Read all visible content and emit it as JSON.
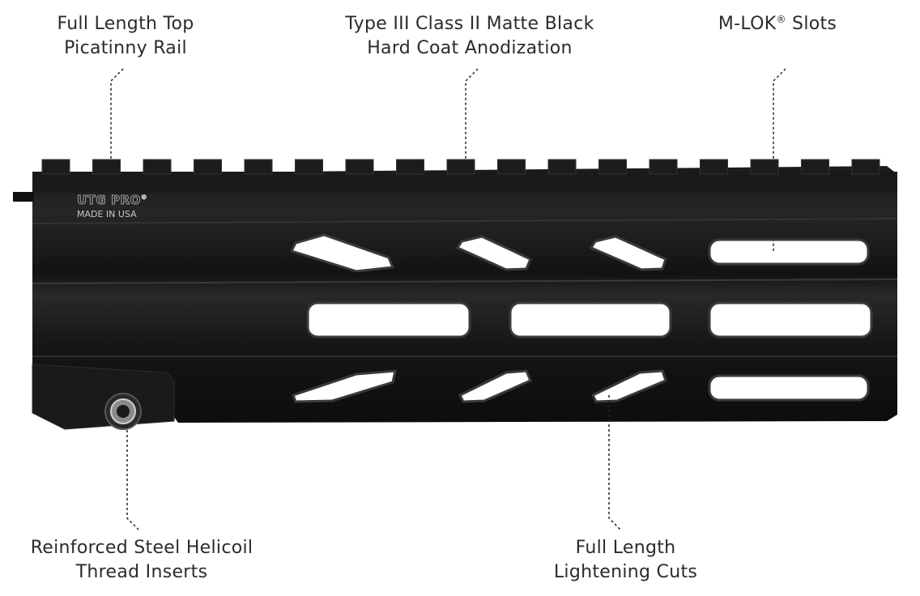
{
  "callouts": {
    "rail": {
      "line1": "Full Length Top",
      "line2": "Picatinny Rail"
    },
    "anodization": {
      "line1": "Type III Class II Matte Black",
      "line2": "Hard Coat Anodization"
    },
    "mlok": {
      "text": "M-LOK",
      "mark": "®",
      "suffix": " Slots"
    },
    "helicoil": {
      "line1": "Reinforced Steel Helicoil",
      "line2": "Thread Inserts"
    },
    "cuts": {
      "line1": "Full Length",
      "line2": "Lightening Cuts"
    }
  },
  "engraving": {
    "brand": "UTG PRO",
    "brand_mark": "®",
    "origin": "MADE IN USA"
  },
  "colors": {
    "body": "#161616",
    "body_highlight": "#2c2c2c",
    "slot": "#ffffff",
    "text": "#2b2b2b"
  }
}
